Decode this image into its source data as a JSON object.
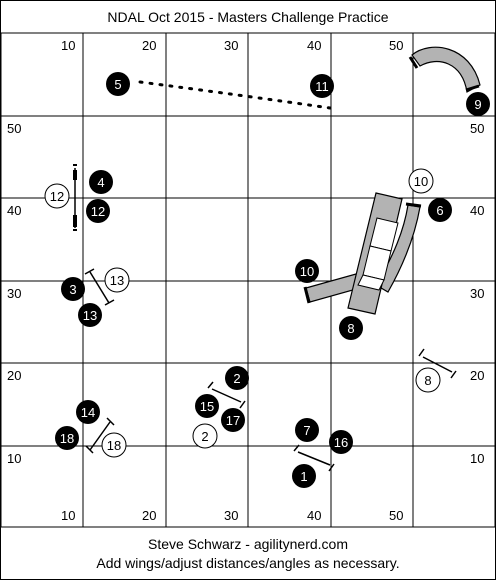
{
  "title": "NDAL Oct 2015 - Masters Challenge Practice",
  "footer": {
    "author": "Steve Schwarz - agilitynerd.com",
    "note": "Add wings/adjust distances/angles as necessary."
  },
  "grid": {
    "top_labels": [
      "10",
      "20",
      "30",
      "40",
      "50"
    ],
    "bottom_labels": [
      "10",
      "20",
      "30",
      "40",
      "50"
    ],
    "left_labels": [
      "50",
      "40",
      "30",
      "20",
      "10"
    ],
    "right_labels": [
      "50",
      "40",
      "30",
      "20",
      "10"
    ]
  },
  "markers": {
    "dark": [
      "5",
      "11",
      "9",
      "4",
      "12",
      "6",
      "3",
      "13",
      "10",
      "8",
      "2",
      "15",
      "17",
      "14",
      "18",
      "7",
      "16",
      "1"
    ],
    "light": [
      "12",
      "10",
      "13",
      "8",
      "2",
      "18"
    ]
  },
  "colors": {
    "handler_number_fill": "#000000",
    "alt_number_fill": "#ffffff",
    "tunnel_fill": "#b3b3b3",
    "grid_line": "#000000"
  }
}
